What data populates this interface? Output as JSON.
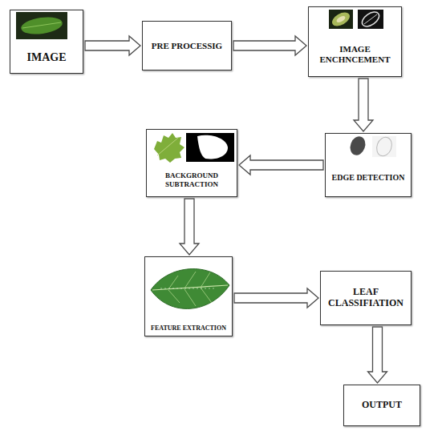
{
  "diagram": {
    "nodes": [
      {
        "text": [
          "IMAGE"
        ]
      },
      {
        "text": [
          "PRE PROCESSIG"
        ]
      },
      {
        "text": [
          "IMAGE ENCHNCEMENT"
        ]
      },
      {
        "text": [
          "EDGE DETECTION"
        ]
      },
      {
        "text": [
          "BACKGROUND SUBTRACTION"
        ]
      },
      {
        "text": [
          "FEATURE EXTRACTION"
        ]
      },
      {
        "text": [
          "LEAF CLASSIFIATION"
        ]
      },
      {
        "text": [
          "OUTPUT"
        ]
      }
    ],
    "edges": [
      {
        "from": 0,
        "to": 1,
        "arrow": "to"
      },
      {
        "from": 1,
        "to": 2,
        "arrow": "to"
      },
      {
        "from": 2,
        "to": 3,
        "arrow": "to"
      },
      {
        "from": 3,
        "to": 4,
        "arrow": "to"
      },
      {
        "from": 4,
        "to": 5,
        "arrow": "to"
      },
      {
        "from": 5,
        "to": 6,
        "arrow": "to"
      },
      {
        "from": 6,
        "to": 7,
        "arrow": "to"
      }
    ]
  }
}
